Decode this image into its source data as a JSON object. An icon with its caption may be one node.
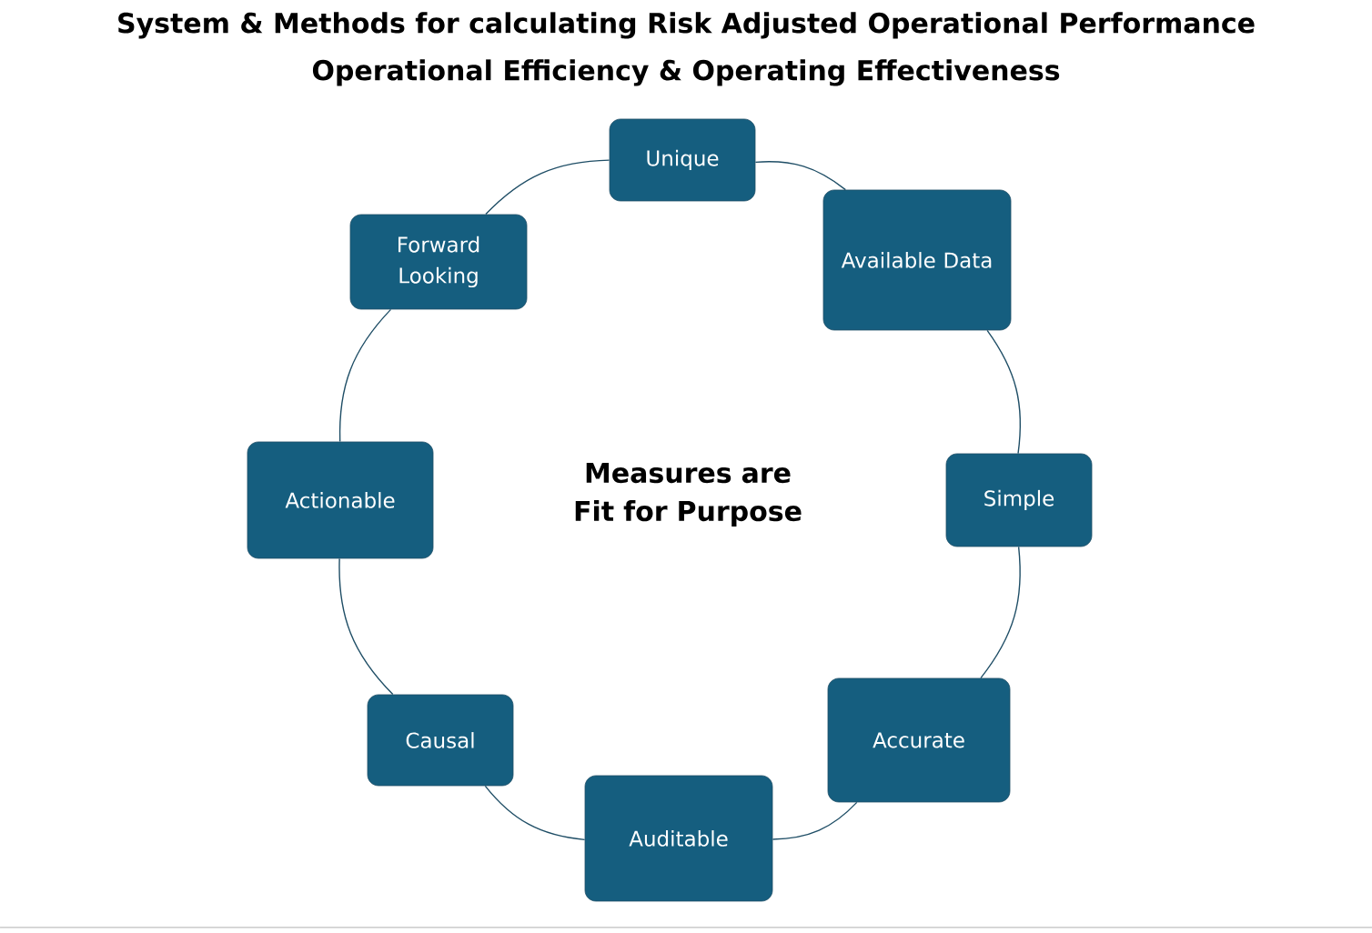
{
  "diagram": {
    "title": "System & Methods for calculating Risk Adjusted Operational Performance",
    "nodes": [
      {
        "text": [
          "Unique"
        ]
      },
      {
        "text": [
          "Available Data"
        ]
      },
      {
        "text": [
          "Simple"
        ]
      },
      {
        "text": [
          "Accurate"
        ]
      },
      {
        "text": [
          "Auditable"
        ]
      },
      {
        "text": [
          "Causal"
        ]
      },
      {
        "text": [
          "Actionable"
        ]
      },
      {
        "text": [
          "Forward Looking"
        ]
      }
    ],
    "edges": [
      {
        "from": 0,
        "to": 1,
        "arrow": "none"
      },
      {
        "from": 1,
        "to": 2,
        "arrow": "none"
      },
      {
        "from": 2,
        "to": 3,
        "arrow": "none"
      },
      {
        "from": 3,
        "to": 4,
        "arrow": "none"
      },
      {
        "from": 4,
        "to": 5,
        "arrow": "none"
      },
      {
        "from": 5,
        "to": 6,
        "arrow": "none"
      },
      {
        "from": 6,
        "to": 7,
        "arrow": "none"
      },
      {
        "from": 7,
        "to": 0,
        "arrow": "none"
      }
    ],
    "labels": [
      "Operational Efficiency & Operating Effectiveness",
      "Measures are Fit for Purpose"
    ]
  }
}
